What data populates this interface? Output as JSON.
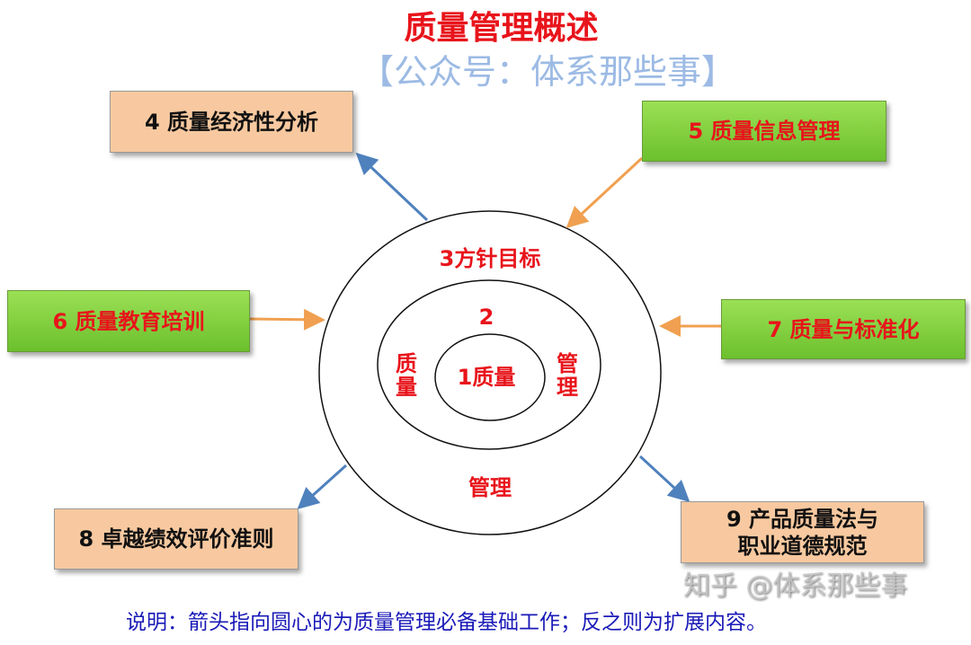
{
  "title": "质量管理概述",
  "boxes": {
    "b4": "4 质量经济性分析",
    "b5": "5 质量信息管理",
    "b6": "6 质量教育培训",
    "b7": "7 质量与标准化",
    "b8": "8 卓越绩效评价准则",
    "b9_line1": "9 产品质量法与",
    "b9_line2": "职业道德规范"
  },
  "circles": {
    "outer": "3方针目标",
    "outer_bottom": "管理",
    "middle_top": "2",
    "middle_left": "质量",
    "middle_right": "管理",
    "inner": "1质量"
  },
  "caption": "说明：箭头指向圆心的为质量管理必备基础工作；反之则为扩展内容。",
  "watermarks": {
    "center": "【公众号：体系那些事】",
    "corner": "知乎 @体系那些事"
  },
  "colors": {
    "title": "#E8141B",
    "inward_arrow": "#F0A050",
    "outward_arrow": "#4F81BD",
    "caption": "#1A1AB8",
    "green_box": "#7ACB3A",
    "peach_box": "#F8C9A0"
  }
}
